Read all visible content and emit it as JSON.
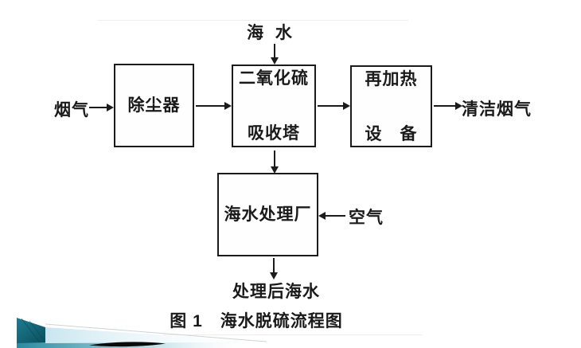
{
  "slide": {
    "background": "#ffffff",
    "ink": "#1b1b1b"
  },
  "diagram": {
    "labels": {
      "flue_gas": "烟气",
      "sea_water": "海  水",
      "clean_flue_gas": "清洁烟气",
      "air": "空气",
      "treated_sea_water": "处理后海水"
    },
    "boxes": {
      "dust_remover": {
        "line1": "除尘器"
      },
      "so2_absorber": {
        "line1": "二氧化硫",
        "line2": "吸收塔"
      },
      "reheater": {
        "line1": "再加热",
        "line2": "设　备"
      },
      "seawater_treatment": {
        "line1": "海水处理厂"
      }
    },
    "caption": "图 1　海水脱硫流程图"
  },
  "decoration": {
    "teal_dark": "#0b4e5d",
    "teal_light": "#1d7e93",
    "band_teal": "#2a8ba0",
    "pale_blue": "#c8e6f0",
    "swoosh_black": "#0a0a0a"
  }
}
